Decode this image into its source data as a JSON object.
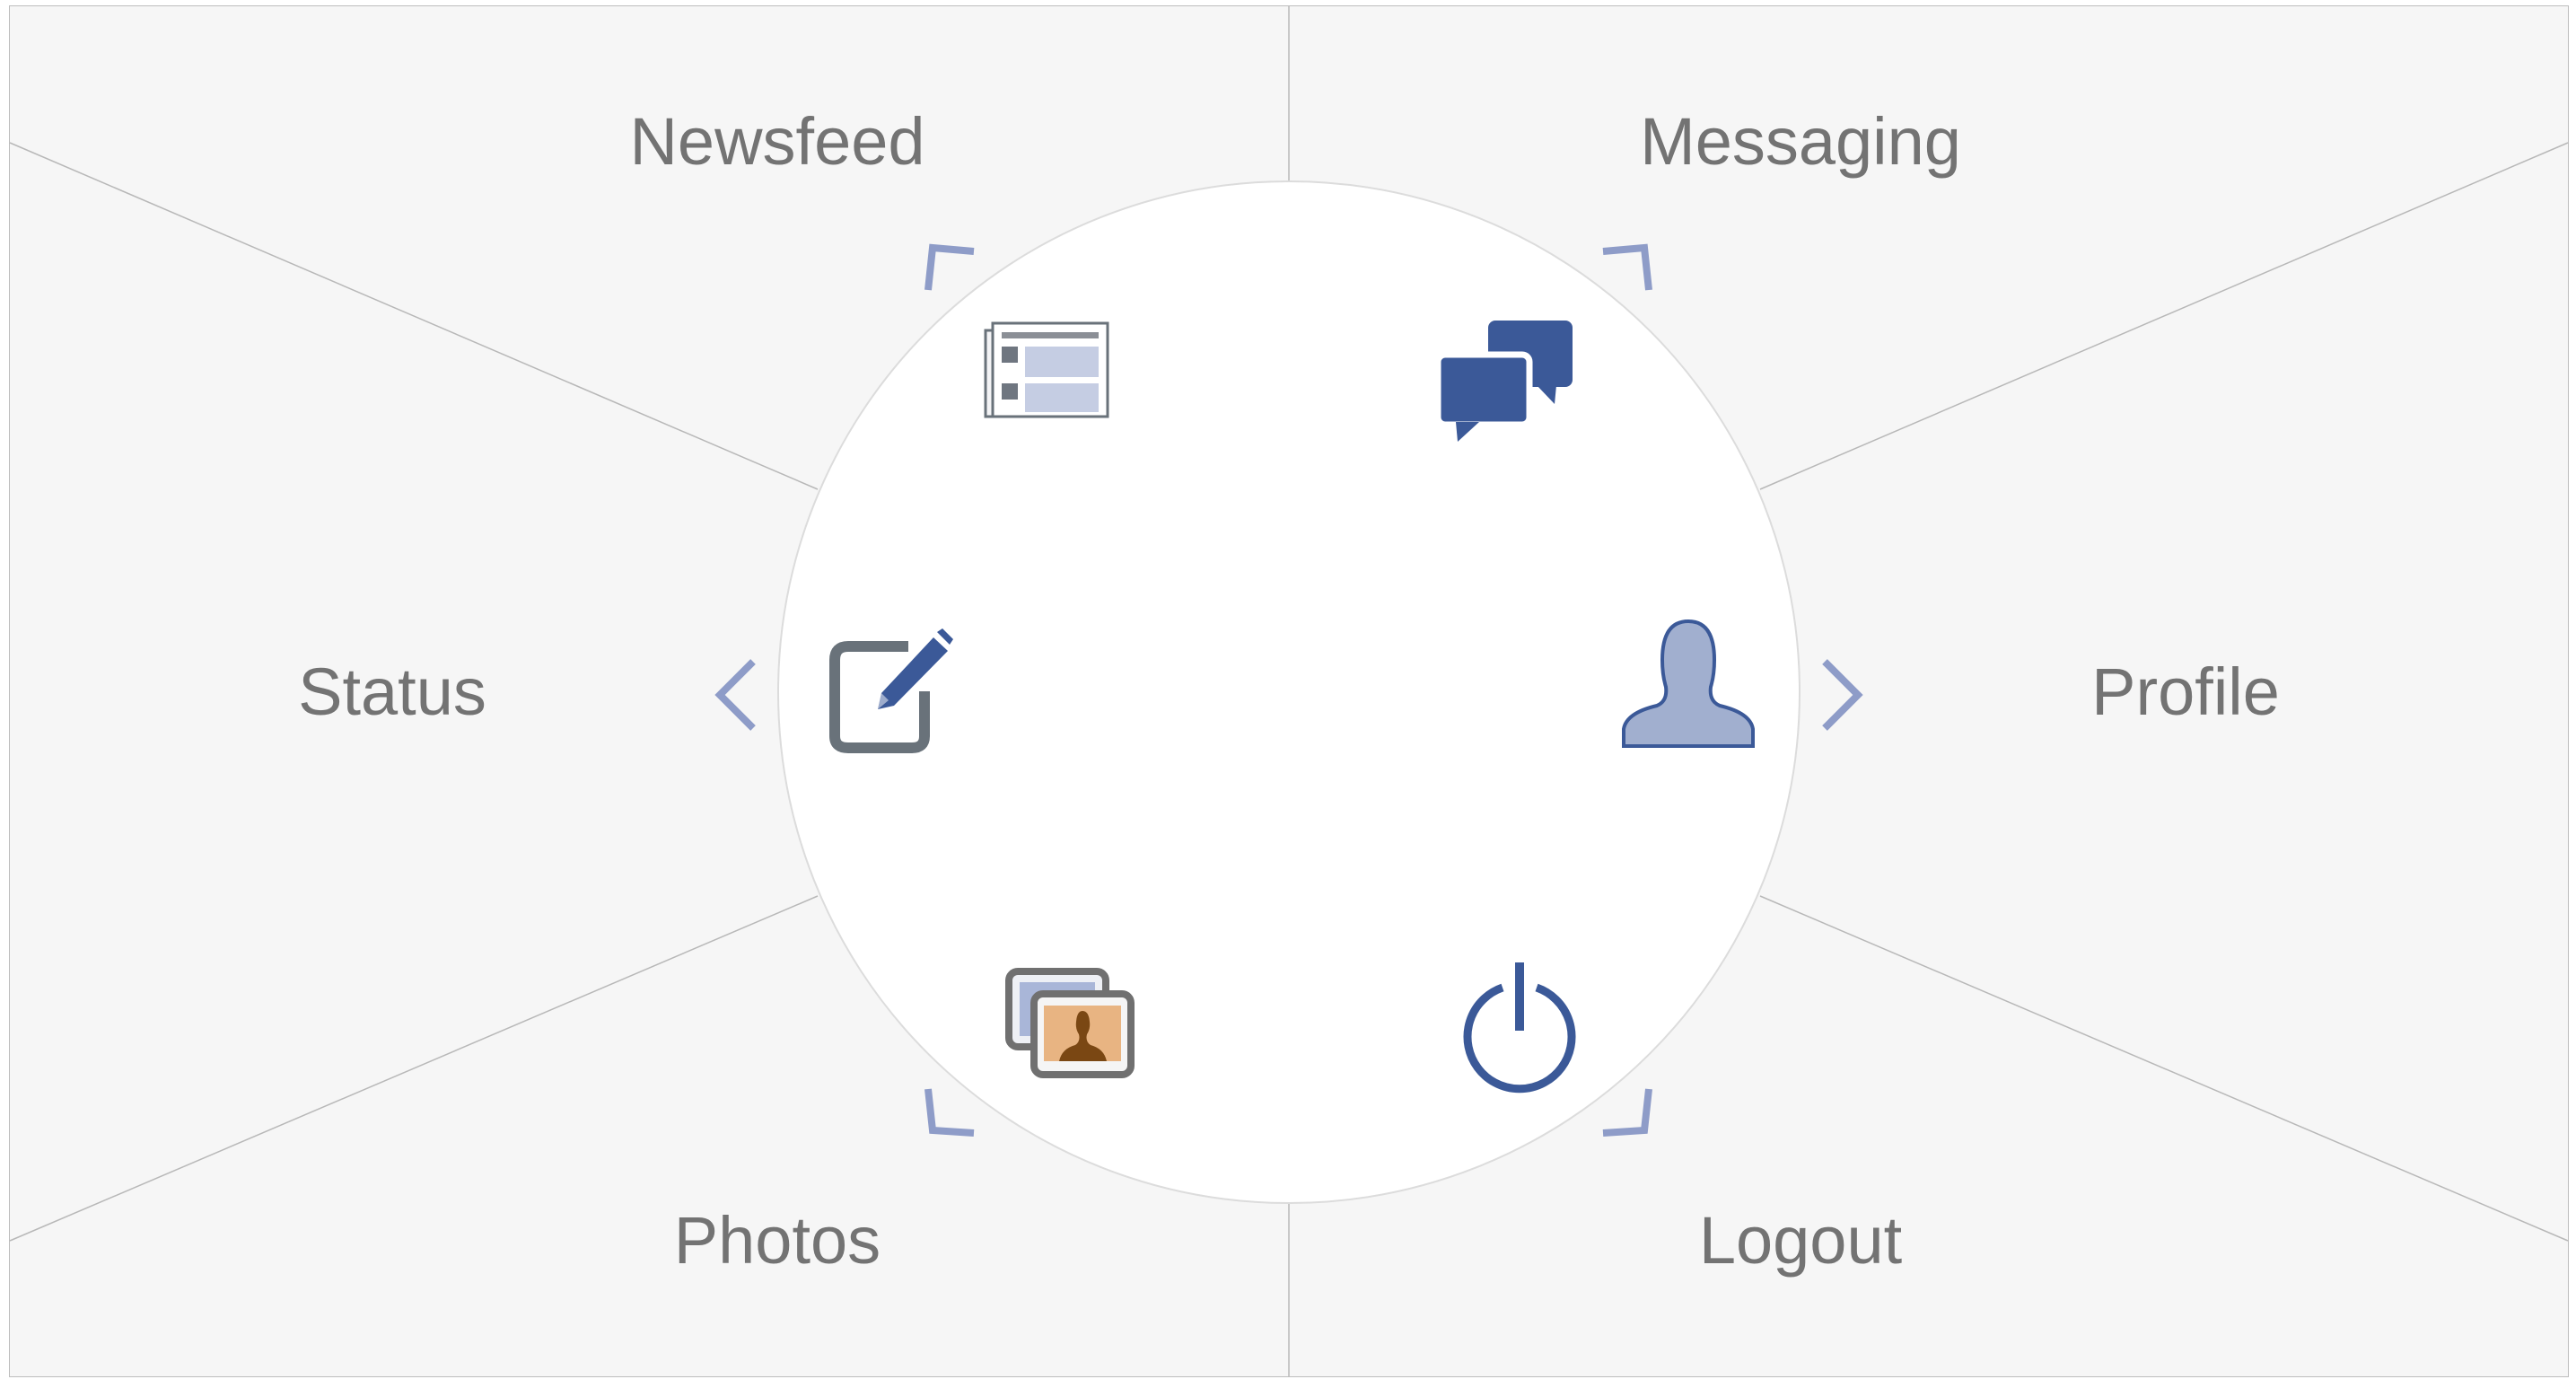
{
  "menu": {
    "items": [
      {
        "id": "newsfeed",
        "label": "Newsfeed",
        "icon": "newsfeed-icon"
      },
      {
        "id": "messaging",
        "label": "Messaging",
        "icon": "messaging-icon"
      },
      {
        "id": "status",
        "label": "Status",
        "icon": "status-edit-icon"
      },
      {
        "id": "profile",
        "label": "Profile",
        "icon": "profile-icon"
      },
      {
        "id": "photos",
        "label": "Photos",
        "icon": "photos-icon"
      },
      {
        "id": "logout",
        "label": "Logout",
        "icon": "power-icon"
      }
    ]
  },
  "colors": {
    "background": "#f6f6f6",
    "border": "#bdbdbd",
    "label": "#737373",
    "accent": "#3b5998",
    "accent_light": "#8e9cc8",
    "icon_gray": "#69727a",
    "photo_orange": "#e8b482"
  }
}
